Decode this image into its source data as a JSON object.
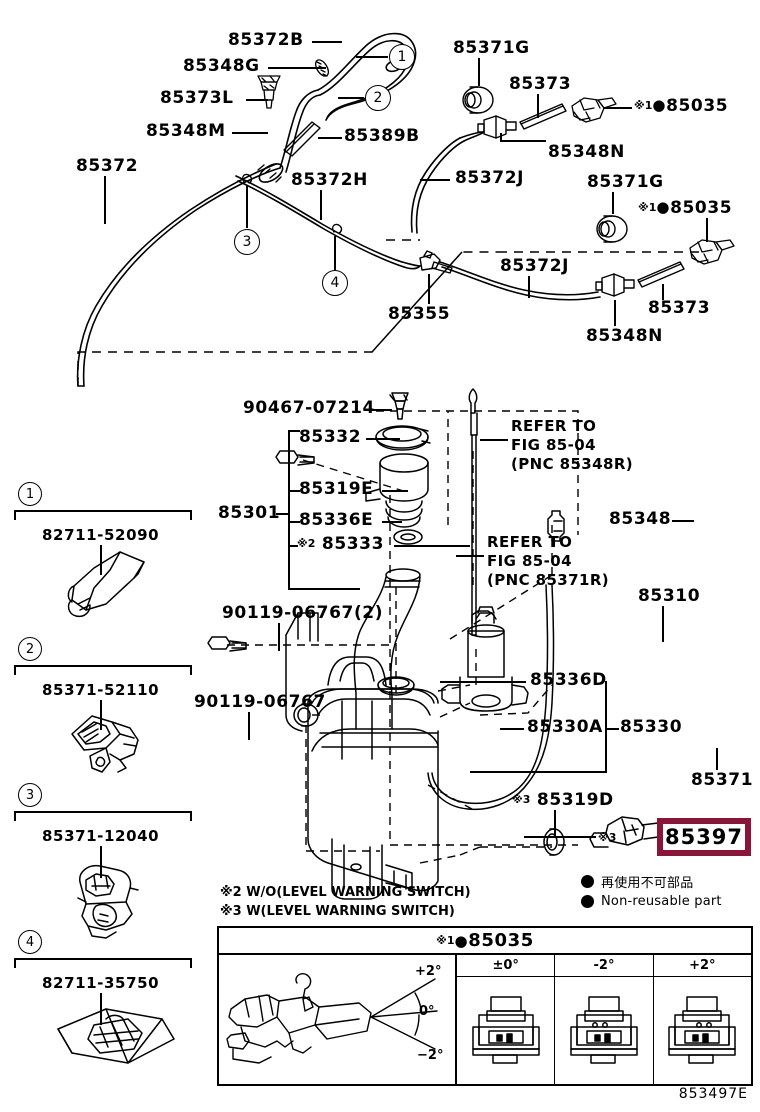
{
  "diagram": {
    "figure_code": "853497E",
    "highlighted_part": "85397",
    "highlight_color": "#8a1538"
  },
  "top_assembly": {
    "labels": [
      {
        "id": "l-85372b",
        "text": "85372B"
      },
      {
        "id": "l-85348g",
        "text": "85348G"
      },
      {
        "id": "l-85373l",
        "text": "85373L"
      },
      {
        "id": "l-85348m",
        "text": "85348M"
      },
      {
        "id": "l-85372",
        "text": "85372"
      },
      {
        "id": "l-85389b",
        "text": "85389B"
      },
      {
        "id": "l-85372h",
        "text": "85372H"
      },
      {
        "id": "l-85371g-1",
        "text": "85371G"
      },
      {
        "id": "l-85373-1",
        "text": "85373"
      },
      {
        "id": "l-85348n-1",
        "text": "85348N"
      },
      {
        "id": "l-85372j-1",
        "text": "85372J"
      },
      {
        "id": "l-85371g-2",
        "text": "85371G"
      },
      {
        "id": "l-85372j-2",
        "text": "85372J"
      },
      {
        "id": "l-85373-2",
        "text": "85373"
      },
      {
        "id": "l-85348n-2",
        "text": "85348N"
      },
      {
        "id": "l-85355",
        "text": "85355"
      }
    ],
    "fastener_refs": [
      {
        "id": "f-85035-1",
        "mark": "※1",
        "bullet": "●",
        "text": "85035"
      },
      {
        "id": "f-85035-2",
        "mark": "※1",
        "bullet": "●",
        "text": "85035"
      }
    ],
    "callouts": [
      {
        "id": "c-1",
        "num": "1"
      },
      {
        "id": "c-2",
        "num": "2"
      },
      {
        "id": "c-3",
        "num": "3"
      },
      {
        "id": "c-4",
        "num": "4"
      }
    ]
  },
  "reservoir_assembly": {
    "labels": [
      {
        "id": "r-90467",
        "text": "90467-07214"
      },
      {
        "id": "r-85332",
        "text": "85332"
      },
      {
        "id": "r-85301",
        "text": "85301"
      },
      {
        "id": "r-85319e",
        "text": "85319E"
      },
      {
        "id": "r-85336e",
        "text": "85336E"
      },
      {
        "id": "r-85333",
        "mark": "※2",
        "text": "85333"
      },
      {
        "id": "r-90119-2",
        "text": "90119-06767(2)"
      },
      {
        "id": "r-90119",
        "text": "90119-06767"
      },
      {
        "id": "r-85348",
        "text": "85348"
      },
      {
        "id": "r-85310",
        "text": "85310"
      },
      {
        "id": "r-85336d",
        "text": "85336D"
      },
      {
        "id": "r-85330a",
        "text": "85330A"
      },
      {
        "id": "r-85330",
        "text": "85330"
      },
      {
        "id": "r-85371",
        "text": "85371"
      },
      {
        "id": "r-85319d",
        "mark": "※3",
        "text": "85319D"
      }
    ],
    "refer_notes": [
      {
        "id": "refer-1",
        "text": "REFER TO\nFIG 85-04\n(PNC 85348R)"
      },
      {
        "id": "refer-2",
        "text": "REFER TO\nFIG 85-04\n(PNC 85371R)"
      }
    ]
  },
  "sidebar": {
    "items": [
      {
        "num": "1",
        "part": "82711-52090"
      },
      {
        "num": "2",
        "part": "85371-52110"
      },
      {
        "num": "3",
        "part": "85371-12040"
      },
      {
        "num": "4",
        "part": "82711-35750"
      }
    ]
  },
  "footnotes": [
    {
      "id": "fn-2",
      "text": "※2 W/O(LEVEL WARNING SWITCH)"
    },
    {
      "id": "fn-3",
      "text": "※3 W(LEVEL WARNING SWITCH)"
    }
  ],
  "legend": {
    "rows": [
      {
        "id": "lg-jp",
        "text": "再使用不可部品"
      },
      {
        "id": "lg-en",
        "text": "Non-reusable part"
      }
    ]
  },
  "angle_table": {
    "header": {
      "mark": "※1",
      "bullet": "●",
      "part": "85035"
    },
    "diagram_angles": [
      "+2°",
      "0°",
      "-2°"
    ],
    "columns": [
      {
        "id": "col-0",
        "heading": "±0°"
      },
      {
        "id": "col-m2",
        "heading": "-2°"
      },
      {
        "id": "col-p2",
        "heading": "+2°"
      }
    ]
  }
}
